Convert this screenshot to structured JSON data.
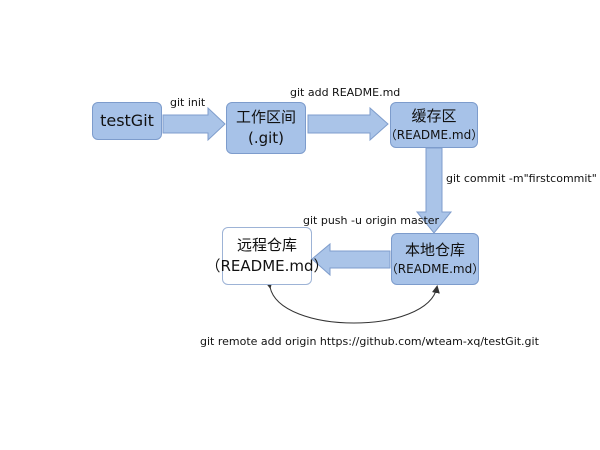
{
  "nodes": {
    "testgit": {
      "title": "testGit"
    },
    "workspace": {
      "title": "工作区间",
      "sub": "(.git)"
    },
    "staging": {
      "title": "缓存区",
      "sub": "（README.md）"
    },
    "local_repo": {
      "title": "本地仓库",
      "sub": "（README.md）"
    },
    "remote_repo": {
      "title": "远程仓库",
      "sub": "（README.md）"
    }
  },
  "edges": {
    "git_init": "git init",
    "git_add": "git add README.md",
    "git_commit": "git commit -m\"firstcommit\"",
    "git_push": "git push -u origin master",
    "git_remote": "git remote add origin https://github.com/wteam-xq/testGit.git"
  },
  "colors": {
    "node_fill": "#a7c2e8",
    "node_border": "#7d9ccc",
    "arrow_fill": "#aac4e8",
    "arrow_stroke": "#7f9dcc",
    "connector": "#333333"
  }
}
